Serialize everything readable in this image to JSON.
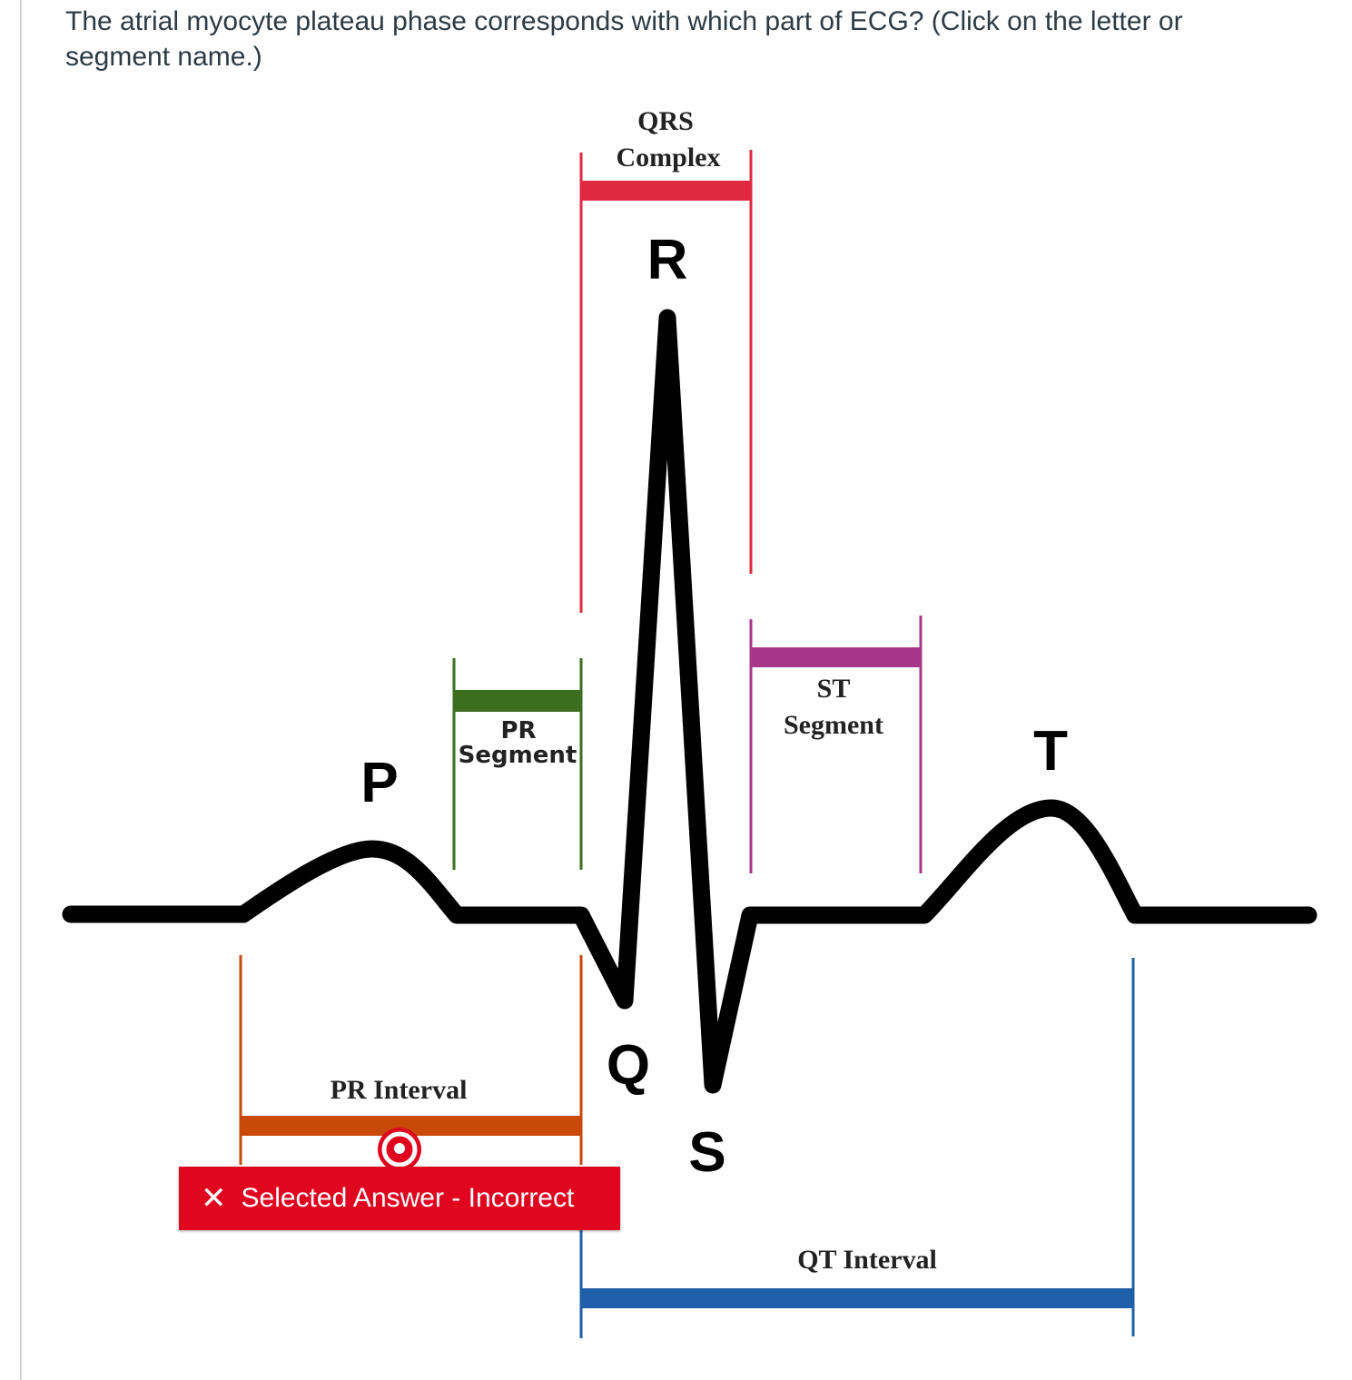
{
  "question": {
    "text": "The atrial myocyte plateau phase corresponds with which part of ECG? (Click on the letter or segment name.)"
  },
  "labels": {
    "qrs_line1": "QRS",
    "qrs_line2": "Complex",
    "r": "R",
    "p": "P",
    "pr_seg_line1": "PR",
    "pr_seg_line2": "Segment",
    "st_line1": "ST",
    "st_line2": "Segment",
    "t": "T",
    "q": "Q",
    "s": "S",
    "pr_interval": "PR Interval",
    "qt_interval": "QT Interval"
  },
  "feedback": {
    "icon": "close-icon",
    "text": "Selected Answer - Incorrect"
  },
  "colors": {
    "qrs": "#e0293f",
    "pr_segment": "#3b6e1f",
    "st_segment": "#a6368a",
    "pr_interval": "#c9490a",
    "qt_interval": "#1f5ea8",
    "feedback_bg": "#e0061f",
    "marker": "#e0061f"
  }
}
